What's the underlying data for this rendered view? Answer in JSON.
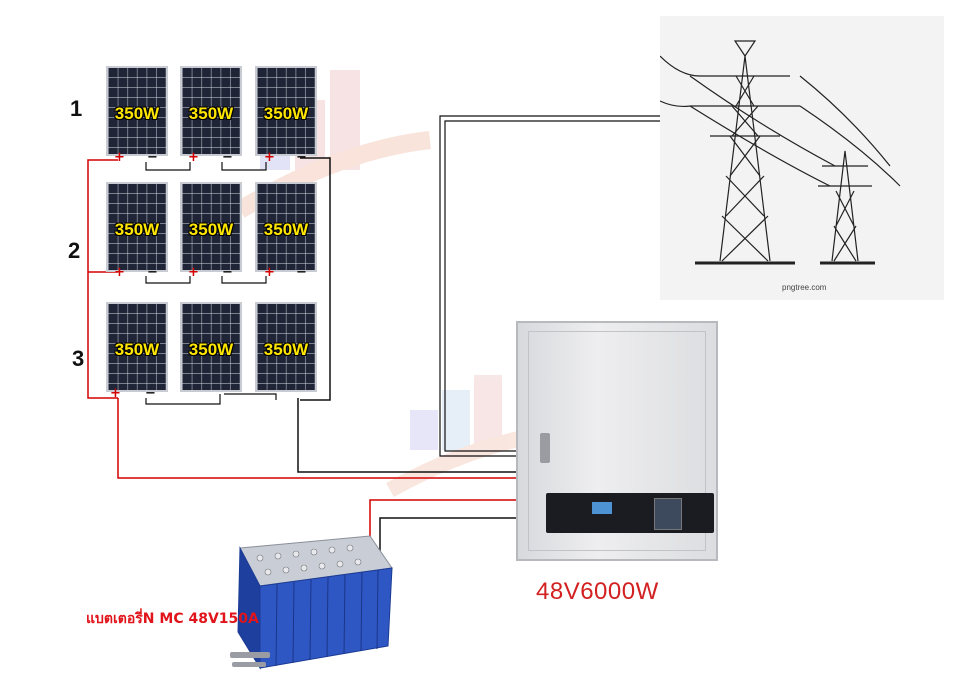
{
  "rows": [
    {
      "number": "1",
      "panels": [
        "350W",
        "350W",
        "350W"
      ]
    },
    {
      "number": "2",
      "panels": [
        "350W",
        "350W",
        "350W"
      ]
    },
    {
      "number": "3",
      "panels": [
        "350W",
        "350W",
        "350W"
      ]
    }
  ],
  "terminals": {
    "positive": "+",
    "negative": "−"
  },
  "grid_image": {
    "credit": "pngtree.com"
  },
  "inverter": {
    "label": "48V6000W"
  },
  "battery": {
    "label": "แบตเตอรี่N MC 48V150A"
  },
  "colors": {
    "positive_wire": "#d40000",
    "negative_wire": "#111111",
    "panel_label": "#ffe600",
    "inverter_label": "#d32020",
    "battery_label": "#e0141a"
  },
  "icons": [
    "solar-panel-icon",
    "transmission-tower-icon",
    "inverter-cabinet-icon",
    "battery-pack-icon"
  ]
}
